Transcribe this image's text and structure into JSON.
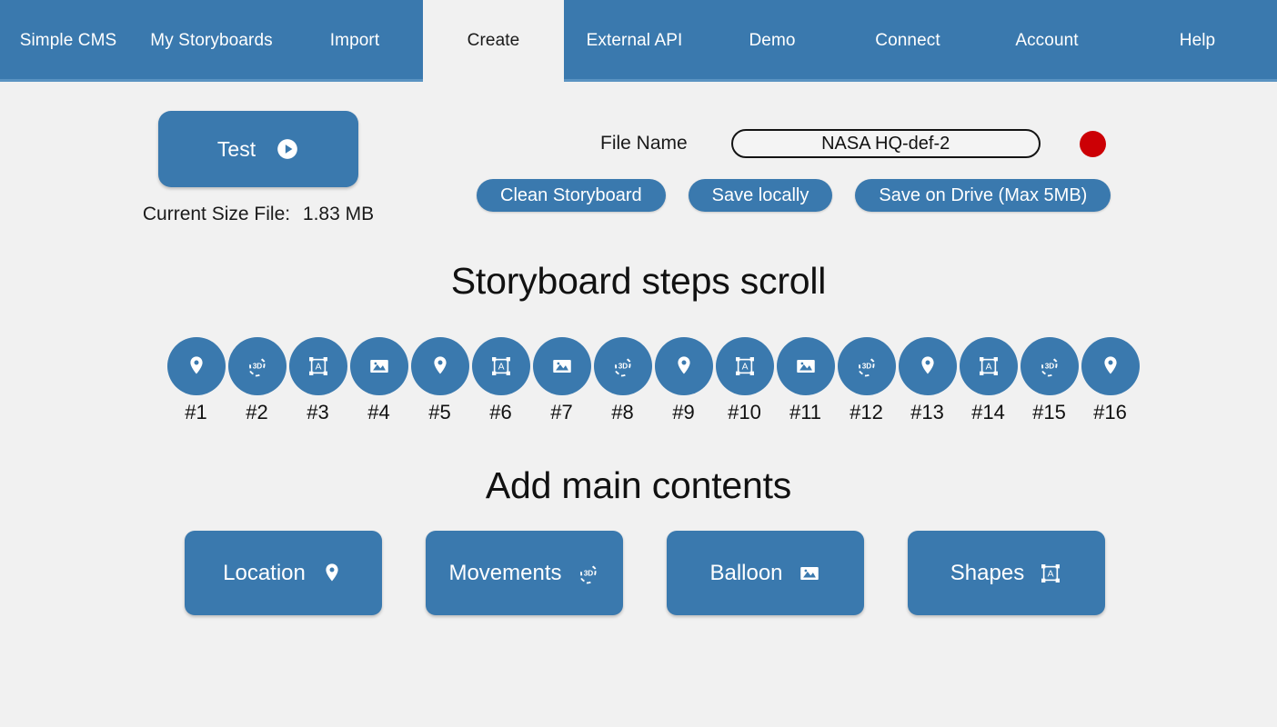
{
  "theme": {
    "accent": "#3A79AE",
    "page_background": "#F1F1F1",
    "record_dot": "#CC0005",
    "text": "#111111",
    "nav_text": "#FFFFFF"
  },
  "nav": {
    "items": [
      {
        "label": "Simple CMS",
        "active": false
      },
      {
        "label": "My Storyboards",
        "active": false
      },
      {
        "label": "Import",
        "active": false
      },
      {
        "label": "Create",
        "active": true
      },
      {
        "label": "External API",
        "active": false
      },
      {
        "label": "Demo",
        "active": false
      },
      {
        "label": "Connect",
        "active": false
      },
      {
        "label": "Account",
        "active": false
      },
      {
        "label": "Help",
        "active": false
      }
    ]
  },
  "toolbar": {
    "test_label": "Test",
    "test_icon": "play-circle-icon",
    "size_label": "Current Size File:",
    "size_value": "1.83 MB",
    "file_name_label": "File Name",
    "file_name_value": "NASA HQ-def-2",
    "file_name_placeholder": "File name",
    "record_dot_name": "record-indicator",
    "buttons": [
      {
        "label": "Clean Storyboard",
        "name": "clean-storyboard-button"
      },
      {
        "label": "Save locally",
        "name": "save-locally-button"
      },
      {
        "label": "Save on Drive (Max 5MB)",
        "name": "save-on-drive-button"
      }
    ]
  },
  "steps_section": {
    "title": "Storyboard steps scroll",
    "steps": [
      {
        "label": "#1",
        "icon": "location-pin-icon"
      },
      {
        "label": "#2",
        "icon": "3d-rotation-icon"
      },
      {
        "label": "#3",
        "icon": "shapes-icon"
      },
      {
        "label": "#4",
        "icon": "image-icon"
      },
      {
        "label": "#5",
        "icon": "location-pin-icon"
      },
      {
        "label": "#6",
        "icon": "shapes-icon"
      },
      {
        "label": "#7",
        "icon": "image-icon"
      },
      {
        "label": "#8",
        "icon": "3d-rotation-icon"
      },
      {
        "label": "#9",
        "icon": "location-pin-icon"
      },
      {
        "label": "#10",
        "icon": "shapes-icon"
      },
      {
        "label": "#11",
        "icon": "image-icon"
      },
      {
        "label": "#12",
        "icon": "3d-rotation-icon"
      },
      {
        "label": "#13",
        "icon": "location-pin-icon"
      },
      {
        "label": "#14",
        "icon": "shapes-icon"
      },
      {
        "label": "#15",
        "icon": "3d-rotation-icon"
      },
      {
        "label": "#16",
        "icon": "location-pin-icon"
      }
    ]
  },
  "contents_section": {
    "title": "Add main contents",
    "buttons": [
      {
        "label": "Location",
        "icon": "location-pin-icon",
        "name": "add-location-button"
      },
      {
        "label": "Movements",
        "icon": "3d-rotation-icon",
        "name": "add-movements-button"
      },
      {
        "label": "Balloon",
        "icon": "image-icon",
        "name": "add-balloon-button"
      },
      {
        "label": "Shapes",
        "icon": "shapes-icon",
        "name": "add-shapes-button"
      }
    ]
  }
}
